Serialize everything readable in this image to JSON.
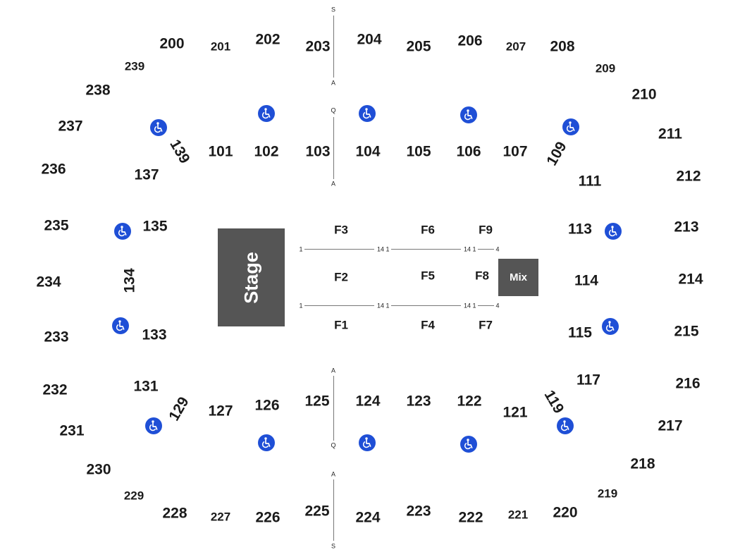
{
  "stage_label": "Stage",
  "mix_label": "Mix",
  "ada_icon": "wheelchair-icon",
  "ada_color": "#1f4fd6",
  "aisles": {
    "north_top": [
      "S",
      "A"
    ],
    "north_bottom": [
      "Q",
      "A"
    ],
    "south_top": [
      "A",
      "Q"
    ],
    "south_bottom": [
      "A",
      "S"
    ]
  },
  "floor_rows": {
    "upper": [
      "1",
      "14",
      "1",
      "14",
      "1",
      "4"
    ],
    "lower": [
      "1",
      "14",
      "1",
      "14",
      "1",
      "4"
    ]
  },
  "sections": {
    "upper_north": [
      "200",
      "201",
      "202",
      "203",
      "204",
      "205",
      "206",
      "207",
      "208",
      "209"
    ],
    "upper_east": [
      "210",
      "211",
      "212",
      "213",
      "214",
      "215",
      "216",
      "217",
      "218",
      "219"
    ],
    "upper_south": [
      "220",
      "221",
      "222",
      "223",
      "224",
      "225",
      "226",
      "227",
      "228",
      "229"
    ],
    "upper_west": [
      "230",
      "231",
      "232",
      "233",
      "234",
      "235",
      "236",
      "237",
      "238",
      "239"
    ],
    "lower_north": [
      "101",
      "102",
      "103",
      "104",
      "105",
      "106",
      "107",
      "109",
      "139",
      "137"
    ],
    "lower_east": [
      "111",
      "113",
      "114",
      "115",
      "117",
      "119"
    ],
    "lower_south": [
      "121",
      "122",
      "123",
      "124",
      "125",
      "126",
      "127",
      "129",
      "131"
    ],
    "lower_west": [
      "133",
      "134",
      "135"
    ],
    "floor": [
      "F1",
      "F2",
      "F3",
      "F4",
      "F5",
      "F6",
      "F7",
      "F8",
      "F9"
    ]
  }
}
